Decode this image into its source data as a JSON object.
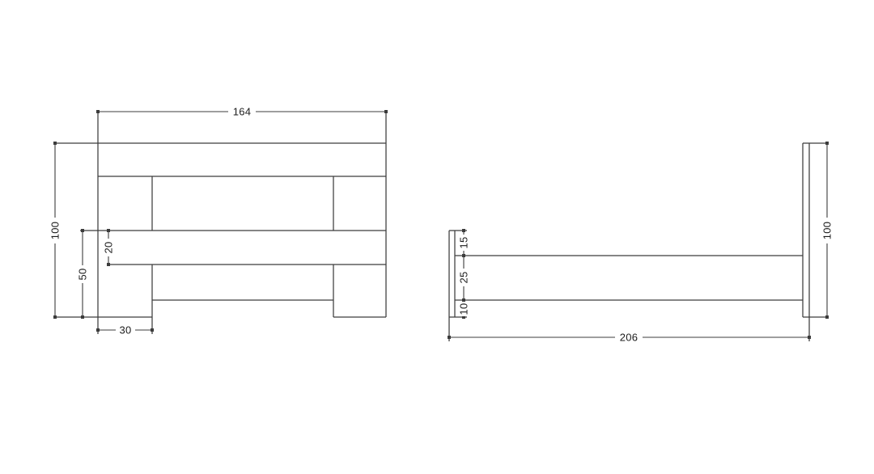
{
  "drawing": {
    "background": "#ffffff",
    "line_color": "#3c3c3c",
    "text_color": "#1c1c1c",
    "front_view": {
      "width": "164",
      "height": "100",
      "rail_top_to_floor": "50",
      "rail_thickness": "20",
      "leg_width": "30"
    },
    "side_view": {
      "length": "206",
      "headboard_height": "100",
      "rail_top_offset": "15",
      "rail_thickness": "25",
      "floor_clearance": "10"
    }
  }
}
